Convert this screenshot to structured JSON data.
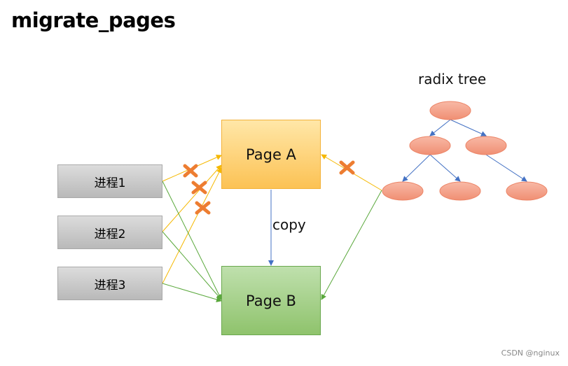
{
  "title": "migrate_pages",
  "processes": [
    {
      "label": "进程1"
    },
    {
      "label": "进程2"
    },
    {
      "label": "进程3"
    }
  ],
  "pages": {
    "page_a": "Page A",
    "page_b": "Page B"
  },
  "copy_label": "copy",
  "radix_tree_label": "radix tree",
  "watermark": "CSDN @nginux",
  "colors": {
    "old_mapping": "#f5b800",
    "new_mapping": "#5aa83c",
    "copy_arrow": "#4472c4",
    "cross": "#ed7d31",
    "tree_node": "#f4a08a",
    "tree_edge": "#4472c4"
  }
}
